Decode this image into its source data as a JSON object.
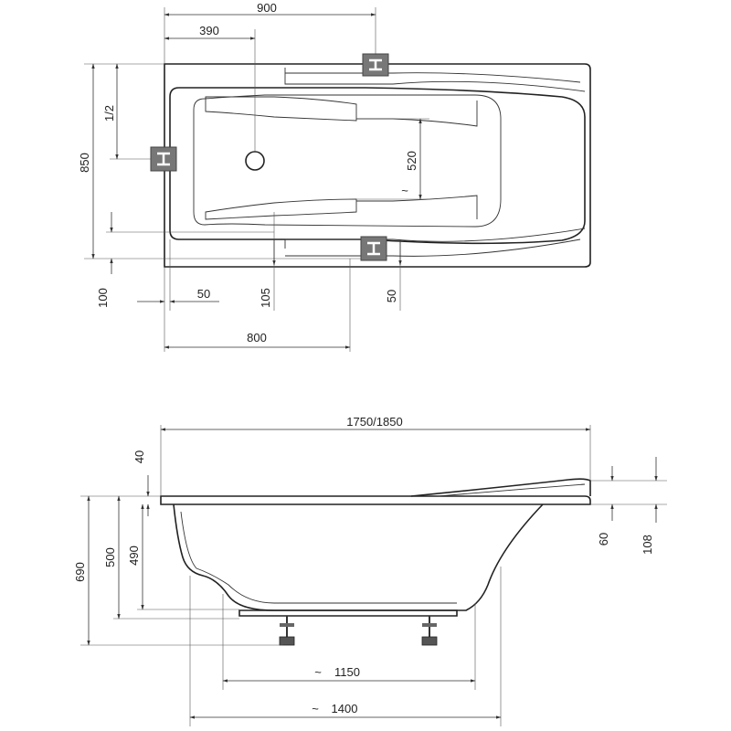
{
  "top_view": {
    "dims": {
      "width_900": "900",
      "d390": "390",
      "half": "1/2",
      "height_850": "850",
      "d520": "520",
      "d100": "100",
      "d50_left": "50",
      "d105": "105",
      "d50_right": "50",
      "d800": "800"
    }
  },
  "side_view": {
    "dims": {
      "length": "1750/1850",
      "d40": "40",
      "d690": "690",
      "d500": "500",
      "d490": "490",
      "d60": "60",
      "d108": "108",
      "d1150": "1150",
      "d1400": "1400"
    }
  },
  "colors": {
    "line": "#222222",
    "connector": "#777777"
  }
}
